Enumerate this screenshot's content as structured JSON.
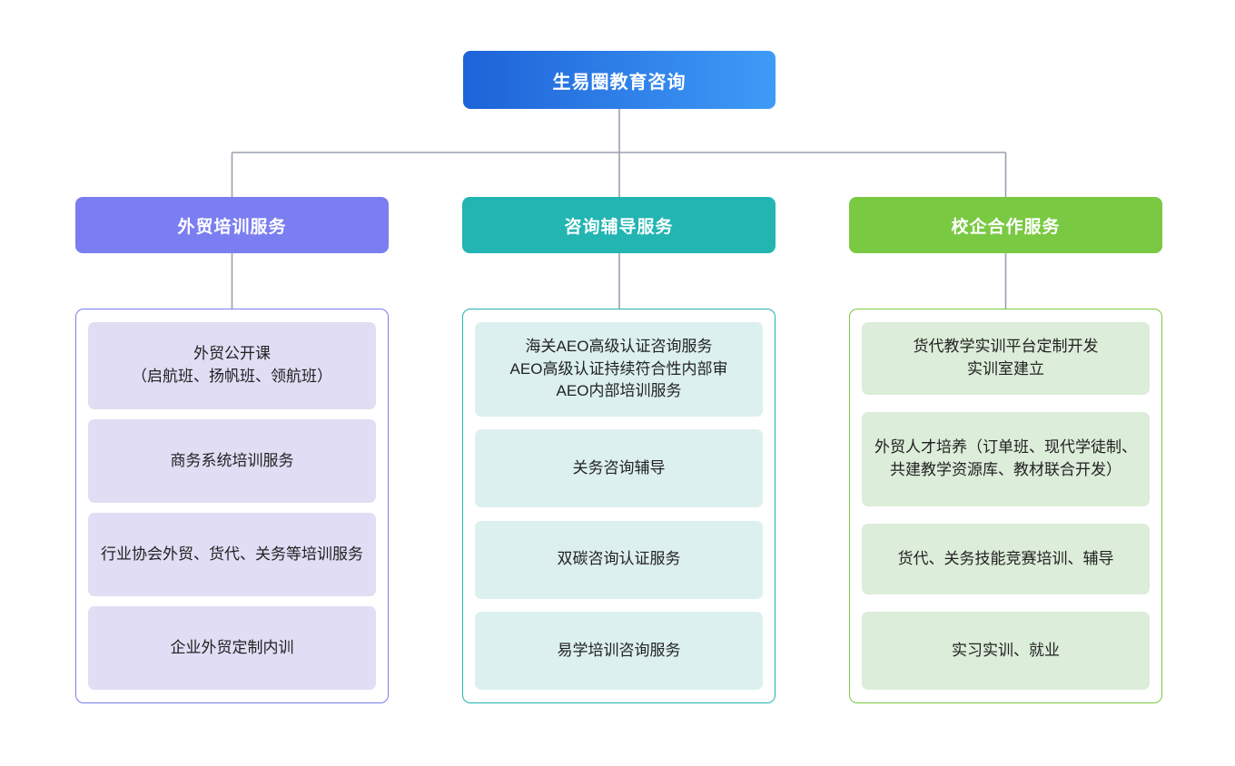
{
  "root": {
    "label": "生易圈教育咨询",
    "gradient_from": "#1d63d8",
    "gradient_to": "#3f9bf7"
  },
  "connector": {
    "color": "#9aa0ad"
  },
  "branches": [
    {
      "header": "外贸培训服务",
      "header_color": "#7b7ef0",
      "border_color": "#7b7ef0",
      "card_color": "#e0ddf4",
      "items": [
        "外贸公开课\n（启航班、扬帆班、领航班）",
        "商务系统培训服务",
        "行业协会外贸、货代、关务等培训服务",
        "企业外贸定制内训"
      ]
    },
    {
      "header": "咨询辅导服务",
      "header_color": "#22b5b2",
      "border_color": "#22b5b2",
      "card_color": "#dcf0ef",
      "items": [
        "海关AEO高级认证咨询服务\nAEO高级认证持续符合性内部审\nAEO内部培训服务",
        "关务咨询辅导",
        "双碳咨询认证服务",
        "易学培训咨询服务"
      ]
    },
    {
      "header": "校企合作服务",
      "header_color": "#7ac943",
      "border_color": "#7ac943",
      "card_color": "#dcedd9",
      "items": [
        "货代教学实训平台定制开发\n实训室建立",
        "外贸人才培养（订单班、现代学徒制、共建教学资源库、教材联合开发）",
        "货代、关务技能竞赛培训、辅导",
        "实习实训、就业"
      ]
    }
  ]
}
